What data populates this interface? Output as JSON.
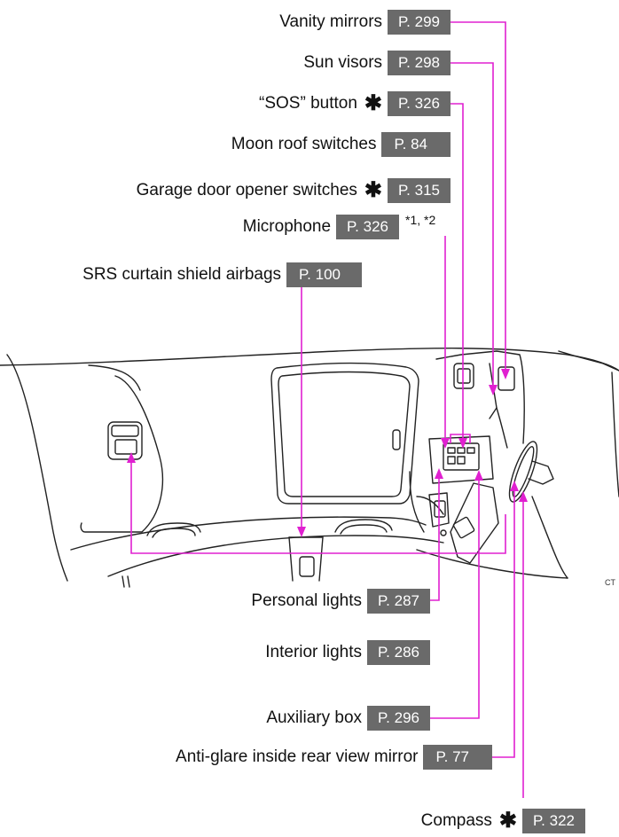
{
  "colors": {
    "leader_line": "#e020d0",
    "badge_bg": "#6a6a6a",
    "badge_text": "#ffffff",
    "outline": "#222222"
  },
  "callouts_top": {
    "vanity_mirrors": {
      "label": "Vanity mirrors",
      "page": "P. 299",
      "optional": false
    },
    "sun_visors": {
      "label": "Sun visors",
      "page": "P. 298",
      "optional": false
    },
    "sos_button": {
      "label": "“SOS” button",
      "page": "P. 326",
      "optional": true,
      "mark": "✱"
    },
    "moon_roof_switches": {
      "label": "Moon roof switches",
      "page": "P. 84",
      "optional": false
    },
    "garage_door_opener": {
      "label": "Garage door opener switches",
      "page": "P. 315",
      "optional": true,
      "mark": "✱"
    },
    "microphone": {
      "label": "Microphone",
      "page": "P. 326",
      "note": "*1, *2"
    },
    "srs_curtain_airbags": {
      "label": "SRS curtain shield airbags",
      "page": "P. 100"
    }
  },
  "callouts_bottom": {
    "personal_lights": {
      "label": "Personal lights",
      "page": "P. 287"
    },
    "interior_lights": {
      "label": "Interior lights",
      "page": "P. 286"
    },
    "auxiliary_box": {
      "label": "Auxiliary box",
      "page": "P. 296"
    },
    "anti_glare_mirror": {
      "label": "Anti-glare inside rear view mirror",
      "page": "P. 77"
    },
    "compass": {
      "label": "Compass",
      "page": "P. 322",
      "optional": true,
      "mark": "✱"
    }
  },
  "figure_code": "CT"
}
